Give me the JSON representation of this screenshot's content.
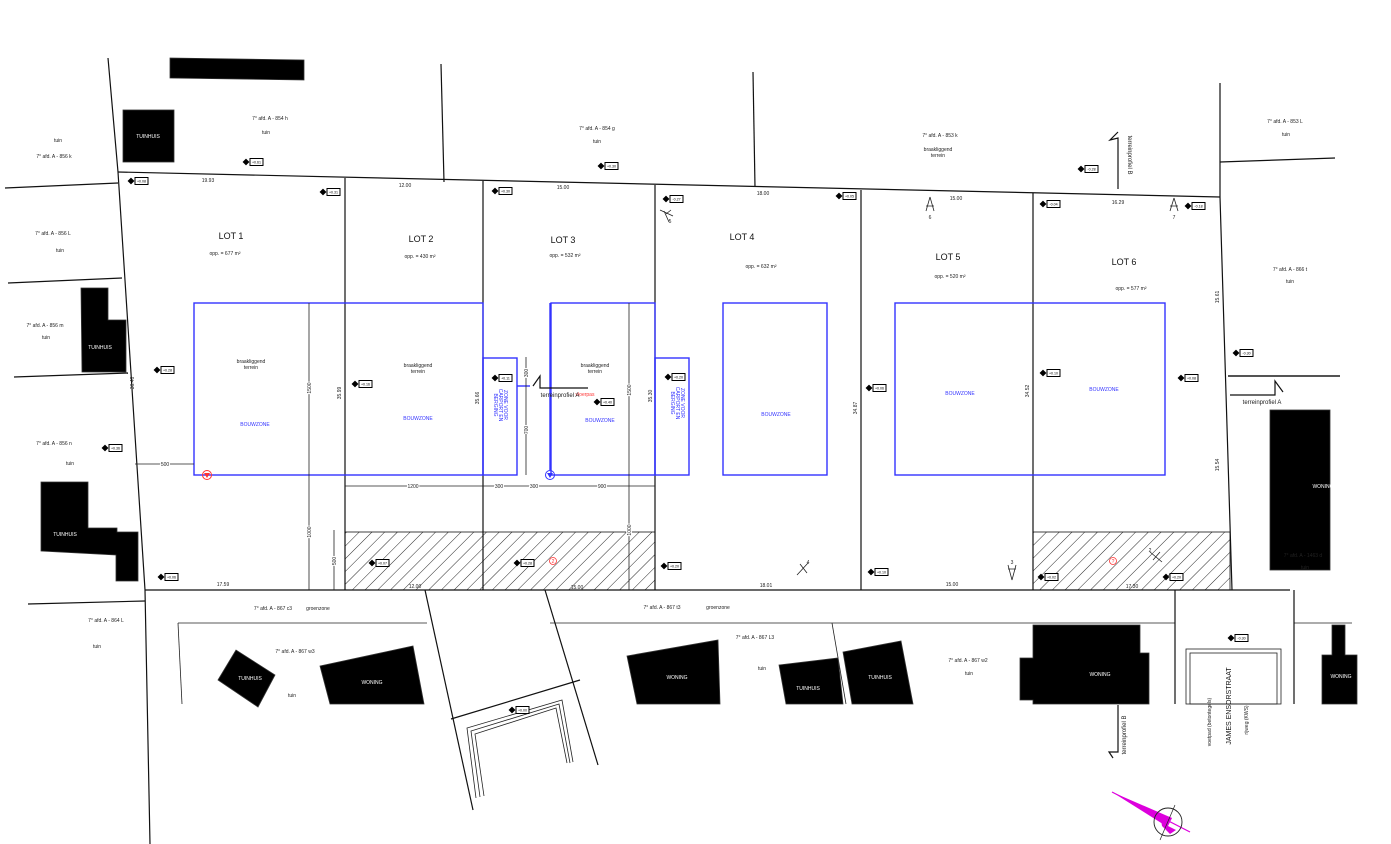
{
  "lots": [
    {
      "label": "LOT 1",
      "area": "opp. = 677 m²"
    },
    {
      "label": "LOT 2",
      "area": "opp. = 430 m²"
    },
    {
      "label": "LOT 3",
      "area": "opp. = 532 m²"
    },
    {
      "label": "LOT 4",
      "area": "opp. = 632 m²"
    },
    {
      "label": "LOT 5",
      "area": "opp. = 520 m²"
    },
    {
      "label": "LOT 6",
      "area": "opp. = 577 m²"
    }
  ],
  "parcels": {
    "p854h": "7° afd. A - 854 h",
    "p856k": "7° afd. A - 856 k",
    "p854g": "7° afd. A - 854 g",
    "p853k": "7° afd. A - 853 k",
    "p853L": "7° afd. A - 853 L",
    "p856L": "7° afd. A - 856 L",
    "p856m": "7° afd. A - 856 m",
    "p856n": "7° afd. A - 856 n",
    "p866t": "7° afd. A - 866 t",
    "p1463d": "7° afd. A - 1463 d",
    "p867c3": "7° afd. A - 867 c3",
    "p867t3": "7° afd. A - 867 t3",
    "p864L": "7° afd. A - 864 L",
    "p867w3": "7° afd. A - 867 w3",
    "p867L3": "7° afd. A - 867 L3",
    "p867w2": "7° afd. A - 867 w2"
  },
  "words": {
    "tuin": "tuin",
    "braak1": "braakliggend",
    "braak2": "terrein",
    "bouwzone": "BOUWZONE",
    "carport": [
      "ZONE VOOR",
      "CARPORT EN",
      "BERGING"
    ],
    "woning": "WONING",
    "tuinhuis": "TUINHUIS",
    "groenzone": "groenzone",
    "profielA": "terreinprofiel A",
    "profielB": "terreinprofiel B",
    "vloerpas": "vloerpas",
    "street": "JAMES ENSORSTRAAT",
    "voetpad": "voetpad (betontegels)",
    "rijweg": "rijweg (KWS)"
  },
  "frontage_top": [
    "19.93",
    "12.00",
    "15.00",
    "18.00",
    "15.00",
    "16.29"
  ],
  "frontage_bottom": [
    "17.59",
    "12.00",
    "15.00",
    "18.01",
    "15.00",
    "17.30"
  ],
  "depths": [
    "36.46",
    "35.99",
    "35.66",
    "35.30",
    "34.87",
    "34.52",
    "15.61",
    "15.54"
  ],
  "dims": {
    "d500": "500",
    "d1500": "1500",
    "d1000": "1000",
    "d500b": "500",
    "d1200": "1200",
    "d300a": "300",
    "d300b": "300",
    "d900": "900",
    "d300c": "300",
    "d700": "700",
    "d1500b": "1500",
    "d1000b": "1000"
  },
  "levels": [
    "+0.61",
    "+0.30",
    "-0.28",
    "+0.08",
    "+0.31",
    "+0.30",
    "-0.27",
    "+0.05",
    "-0.04",
    "-0.18",
    "+0.28",
    "+0.16",
    "+0.11",
    "+0.40",
    "+0.20",
    "+0.06",
    "+0.10",
    "+0.08",
    "-0.30",
    "+0.36",
    "+0.06",
    "+0.07",
    "+0.28",
    "+0.20",
    "+0.10",
    "+0.02",
    "+0.20",
    "+0.00",
    "-0.30"
  ],
  "view_numbers": [
    "5",
    "6",
    "7",
    "4",
    "3",
    "2"
  ],
  "markers": {
    "red_circle_1": "2",
    "red_circle_2": "?"
  },
  "colors": {
    "bouwzone": "#3333ff",
    "marker_red": "#ff3333",
    "north_arrow": "#dd00dd",
    "building": "#000000"
  }
}
